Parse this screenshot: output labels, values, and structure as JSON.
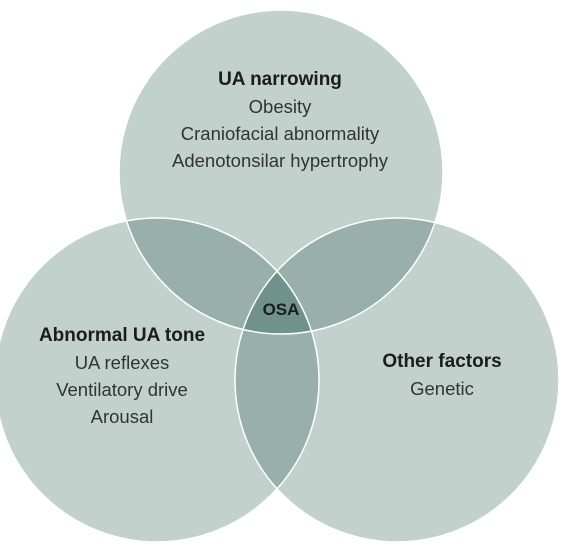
{
  "colors": {
    "circle_fill": "#c2d1cc",
    "overlap_two": "#98b0a9",
    "overlap_three": "#6f928a",
    "border": "#ffffff"
  },
  "circles": {
    "top": {
      "heading": "UA narrowing",
      "items": [
        "Obesity",
        "Craniofacial abnormality",
        "Adenotonsilar hypertrophy"
      ]
    },
    "left": {
      "heading": "Abnormal UA tone",
      "items": [
        "UA reflexes",
        "Ventilatory drive",
        "Arousal"
      ]
    },
    "right": {
      "heading": "Other factors",
      "items": [
        "Genetic"
      ]
    }
  },
  "center_label": "OSA"
}
